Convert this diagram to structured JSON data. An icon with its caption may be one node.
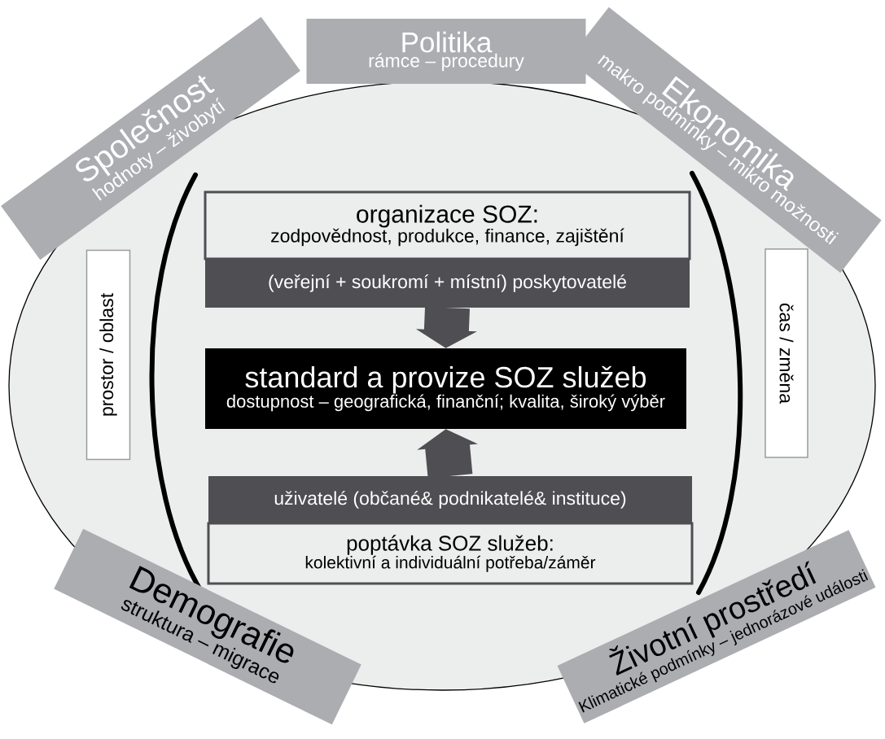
{
  "diagram": {
    "nodes": [
      {
        "text": [
          "Společnost",
          "hodnoty – živobytí"
        ]
      },
      {
        "text": [
          "Politika",
          "rámce – procedury"
        ]
      },
      {
        "text": [
          "Ekonomika",
          "makro podmínky – mikro možnosti"
        ]
      },
      {
        "text": [
          "prostor / oblast"
        ]
      },
      {
        "text": [
          "organizace SOZ:",
          "zodpovědnost, produkce, finance, zajištění"
        ]
      },
      {
        "text": [
          "(veřejní + soukromí + místní) poskytovatelé"
        ]
      },
      {
        "text": [
          "čas / změna"
        ]
      },
      {
        "text": [
          "standard a provize SOZ služeb",
          "dostupnost – geografická, finanční; kvalita, široký výběr"
        ]
      },
      {
        "text": [
          "uživatelé (občané& podnikatelé& instituce)"
        ]
      },
      {
        "text": [
          "poptávka SOZ služeb:",
          "kolektivní a individuální potřeba/záměr"
        ]
      },
      {
        "text": [
          "Demografie",
          "struktura – migrace"
        ]
      },
      {
        "text": [
          "Životní prostředí",
          "Klimatické podmínky – jednorázové události"
        ]
      }
    ],
    "edges": [
      {
        "from": 5,
        "to": 7,
        "arrow": "to"
      },
      {
        "from": 8,
        "to": 7,
        "arrow": "to"
      }
    ]
  }
}
